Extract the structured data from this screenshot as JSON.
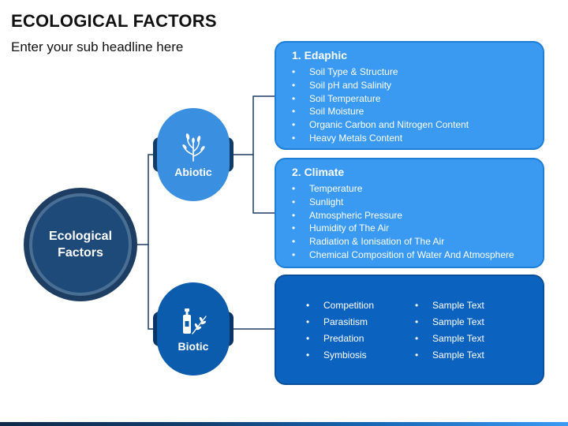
{
  "header": {
    "title": "ECOLOGICAL FACTORS",
    "subtitle": "Enter your sub headline here"
  },
  "center": {
    "label_line1": "Ecological",
    "label_line2": "Factors"
  },
  "nodes": {
    "abiotic": {
      "label": "Abiotic",
      "icon": "plant-sprout-icon"
    },
    "biotic": {
      "label": "Biotic",
      "icon": "bottle-and-branch-icon"
    }
  },
  "edaphic": {
    "heading": "1. Edaphic",
    "items": [
      "Soil Type & Structure",
      "Soil pH and Salinity",
      "Soil Temperature",
      "Soil Moisture",
      "Organic Carbon and Nitrogen Content",
      "Heavy Metals Content"
    ]
  },
  "climate": {
    "heading": "2. Climate",
    "items": [
      "Temperature",
      "Sunlight",
      "Atmospheric Pressure",
      "Humidity of The Air",
      "Radiation & Ionisation of The Air",
      "Chemical Composition of Water And Atmosphere"
    ]
  },
  "biotic_box": {
    "col1": [
      "Competition",
      "Parasitism",
      "Predation",
      "Symbiosis"
    ],
    "col2": [
      "Sample Text",
      "Sample Text",
      "Sample Text",
      "Sample Text"
    ]
  },
  "colors": {
    "main_dark": "#1e4a7a",
    "abiotic_node": "#3a8fe0",
    "biotic_node": "#0c5cad",
    "box_light": "#3a9af2",
    "box_dark": "#0c63bf"
  }
}
